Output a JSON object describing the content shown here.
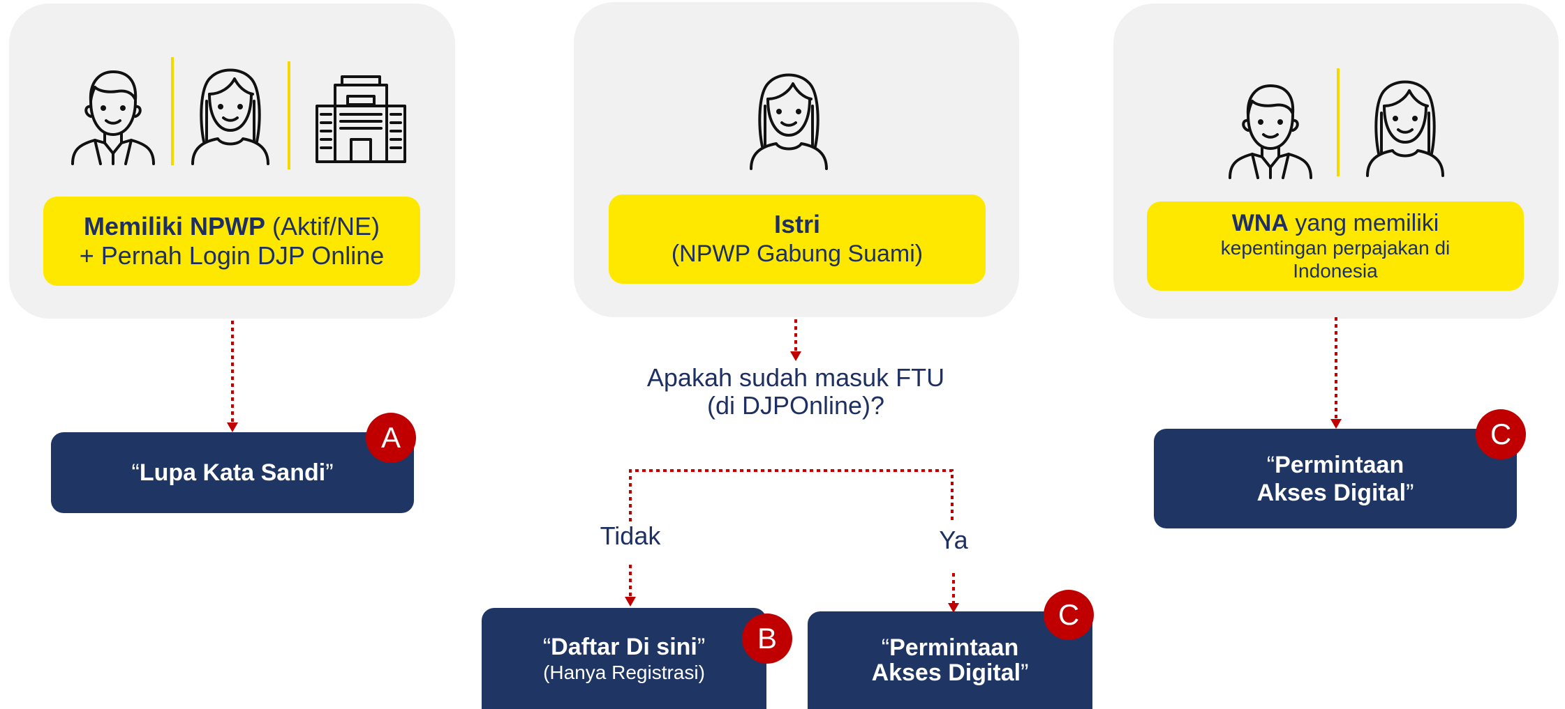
{
  "colors": {
    "panel": "#f1f1f1",
    "yellow": "#fee800",
    "navy": "#1f3664",
    "badge": "#c00000",
    "arrow": "#c00000",
    "text_navy": "#1d2f63"
  },
  "icons": [
    "man-icon",
    "woman-icon",
    "building-icon"
  ],
  "left": {
    "bold": "Memiliki NPWP",
    "rest": " (Aktif/NE)",
    "line2": "+ Pernah Login DJP Online",
    "result_open": "“",
    "result_bold": "Lupa Kata Sandi",
    "result_close": "”",
    "badge": "A"
  },
  "middle": {
    "title": "Istri",
    "subtitle": "(NPWP Gabung Suami)",
    "question_line1": "Apakah sudah masuk FTU",
    "question_line2": "(di DJPOnline)?",
    "no_label": "Tidak",
    "yes_label": "Ya",
    "no_result_open": "“",
    "no_result_bold": "Daftar Di sini",
    "no_result_close": "”",
    "no_result_sub": "(Hanya Registrasi)",
    "no_badge": "B",
    "yes_result_open": "“",
    "yes_result_line1": "Permintaan",
    "yes_result_line2": "Akses Digital",
    "yes_result_close": "”",
    "yes_badge": "C"
  },
  "right": {
    "bold": "WNA",
    "rest": " yang memiliki",
    "line2": "kepentingan perpajakan di",
    "line3": "Indonesia",
    "result_open": "“",
    "result_line1": "Permintaan",
    "result_line2": "Akses Digital",
    "result_close": "”",
    "badge": "C"
  }
}
